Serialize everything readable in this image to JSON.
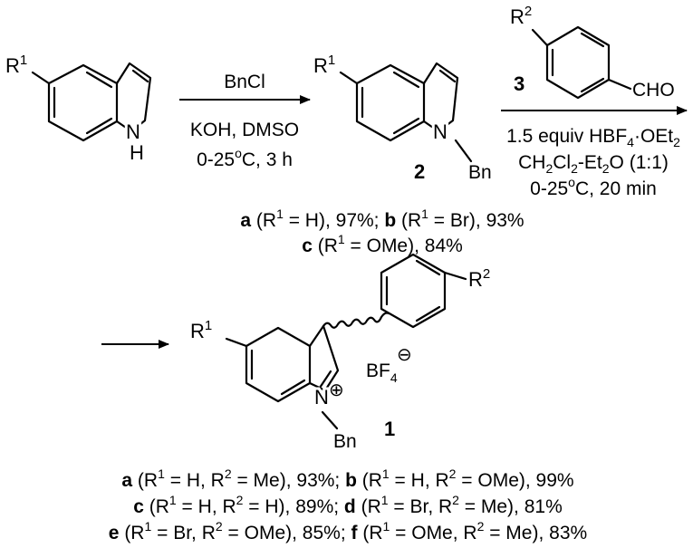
{
  "indole_sm": {
    "r1": "R",
    "r1_sup": "1",
    "nh": "N",
    "nh_h": "H"
  },
  "step1": {
    "reagent": "BnCl",
    "conditions_1": "KOH, DMSO",
    "cond2_pre": "0-25",
    "cond2_sup": "o",
    "cond2_post": "C, 3 h"
  },
  "compound2": {
    "r1": "R",
    "r1_sup": "1",
    "n": "N",
    "bn": "Bn",
    "label": "2",
    "yields_line1": {
      "a": "a",
      "a_pre": " (R",
      "a_sup": "1",
      "a_post": " = H), 97%; ",
      "b": "b",
      "b_pre": " (R",
      "b_sup": "1",
      "b_post": " = Br), 93%"
    },
    "yields_line2": {
      "c": "c",
      "c_pre": " (R",
      "c_sup": "1",
      "c_post": " = OMe), 84%"
    }
  },
  "aldehyde3": {
    "r2": "R",
    "r2_sup": "2",
    "cho": "CHO",
    "label": "3"
  },
  "step2": {
    "l1_pre": "1.5 equiv HBF",
    "l1_sub": "4",
    "l1_mid": "·OEt",
    "l1_sub2": "2",
    "l2_a": "CH",
    "l2_sub1": "2",
    "l2_b": "Cl",
    "l2_sub2": "2",
    "l2_c": "-Et",
    "l2_sub3": "2",
    "l2_d": "O (1:1)",
    "l3_pre": "0-25",
    "l3_sup": "o",
    "l3_post": "C, 20 min"
  },
  "product1": {
    "r1": "R",
    "r1_sup": "1",
    "r2": "R",
    "r2_sup": "2",
    "n": "N",
    "plus": "⊕",
    "bf": "BF",
    "bf_sub": "4",
    "minus": "⊖",
    "bn": "Bn",
    "label": "1"
  },
  "results": {
    "line1": {
      "a": "a",
      "a_t1": " (R",
      "a_s1": "1",
      "a_t2": " = H, R",
      "a_s2": "2",
      "a_t3": " = Me), 93%; ",
      "b": "b",
      "b_t1": " (R",
      "b_s1": "1",
      "b_t2": " = H, R",
      "b_s2": "2",
      "b_t3": " = OMe), 99%"
    },
    "line2": {
      "c": "c",
      "c_t1": " (R",
      "c_s1": "1",
      "c_t2": " = H, R",
      "c_s2": "2",
      "c_t3": " = H), 89%; ",
      "d": "d",
      "d_t1": " (R",
      "d_s1": "1",
      "d_t2": " = Br, R",
      "d_s2": "2",
      "d_t3": " = Me), 81%"
    },
    "line3": {
      "e": "e",
      "e_t1": " (R",
      "e_s1": "1",
      "e_t2": " = Br, R",
      "e_s2": "2",
      "e_t3": " = OMe), 85%; ",
      "f": "f",
      "f_t1": " (R",
      "f_s1": "1",
      "f_t2": " = OMe, R",
      "f_s2": "2",
      "f_t3": " = Me), 83%"
    }
  }
}
